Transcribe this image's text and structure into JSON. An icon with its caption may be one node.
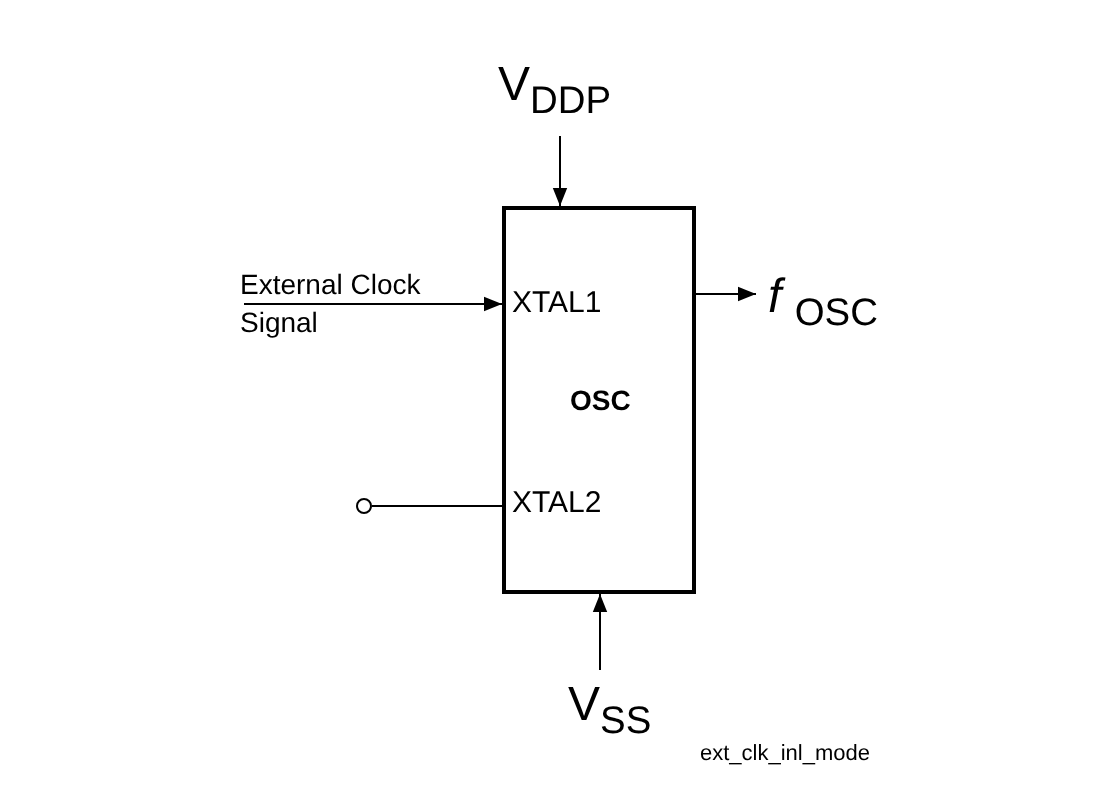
{
  "diagram": {
    "nodes": [
      {
        "text": [
          "OSC"
        ]
      },
      {
        "text": [
          "V$_{DDP}$"
        ]
      },
      {
        "text": [
          "External Clock Signal"
        ]
      },
      {
        "text": [],
        "shape": "circle"
      },
      {
        "text": [
          "*f* $_{OSC}$"
        ]
      },
      {
        "text": [
          "V$_{SS}$"
        ]
      }
    ],
    "edges": [
      {
        "from": 1,
        "to": 0,
        "arrow": "to"
      },
      {
        "from": 2,
        "to": 0,
        "arrow": "to"
      },
      {
        "from": 3,
        "to": 0,
        "arrow": "none"
      },
      {
        "from": 0,
        "to": 4,
        "arrow": "to"
      },
      {
        "from": 5,
        "to": 0,
        "arrow": "to"
      }
    ],
    "labels": [
      "XTAL1",
      "XTAL2",
      "ext_clk_inl_mode"
    ]
  }
}
